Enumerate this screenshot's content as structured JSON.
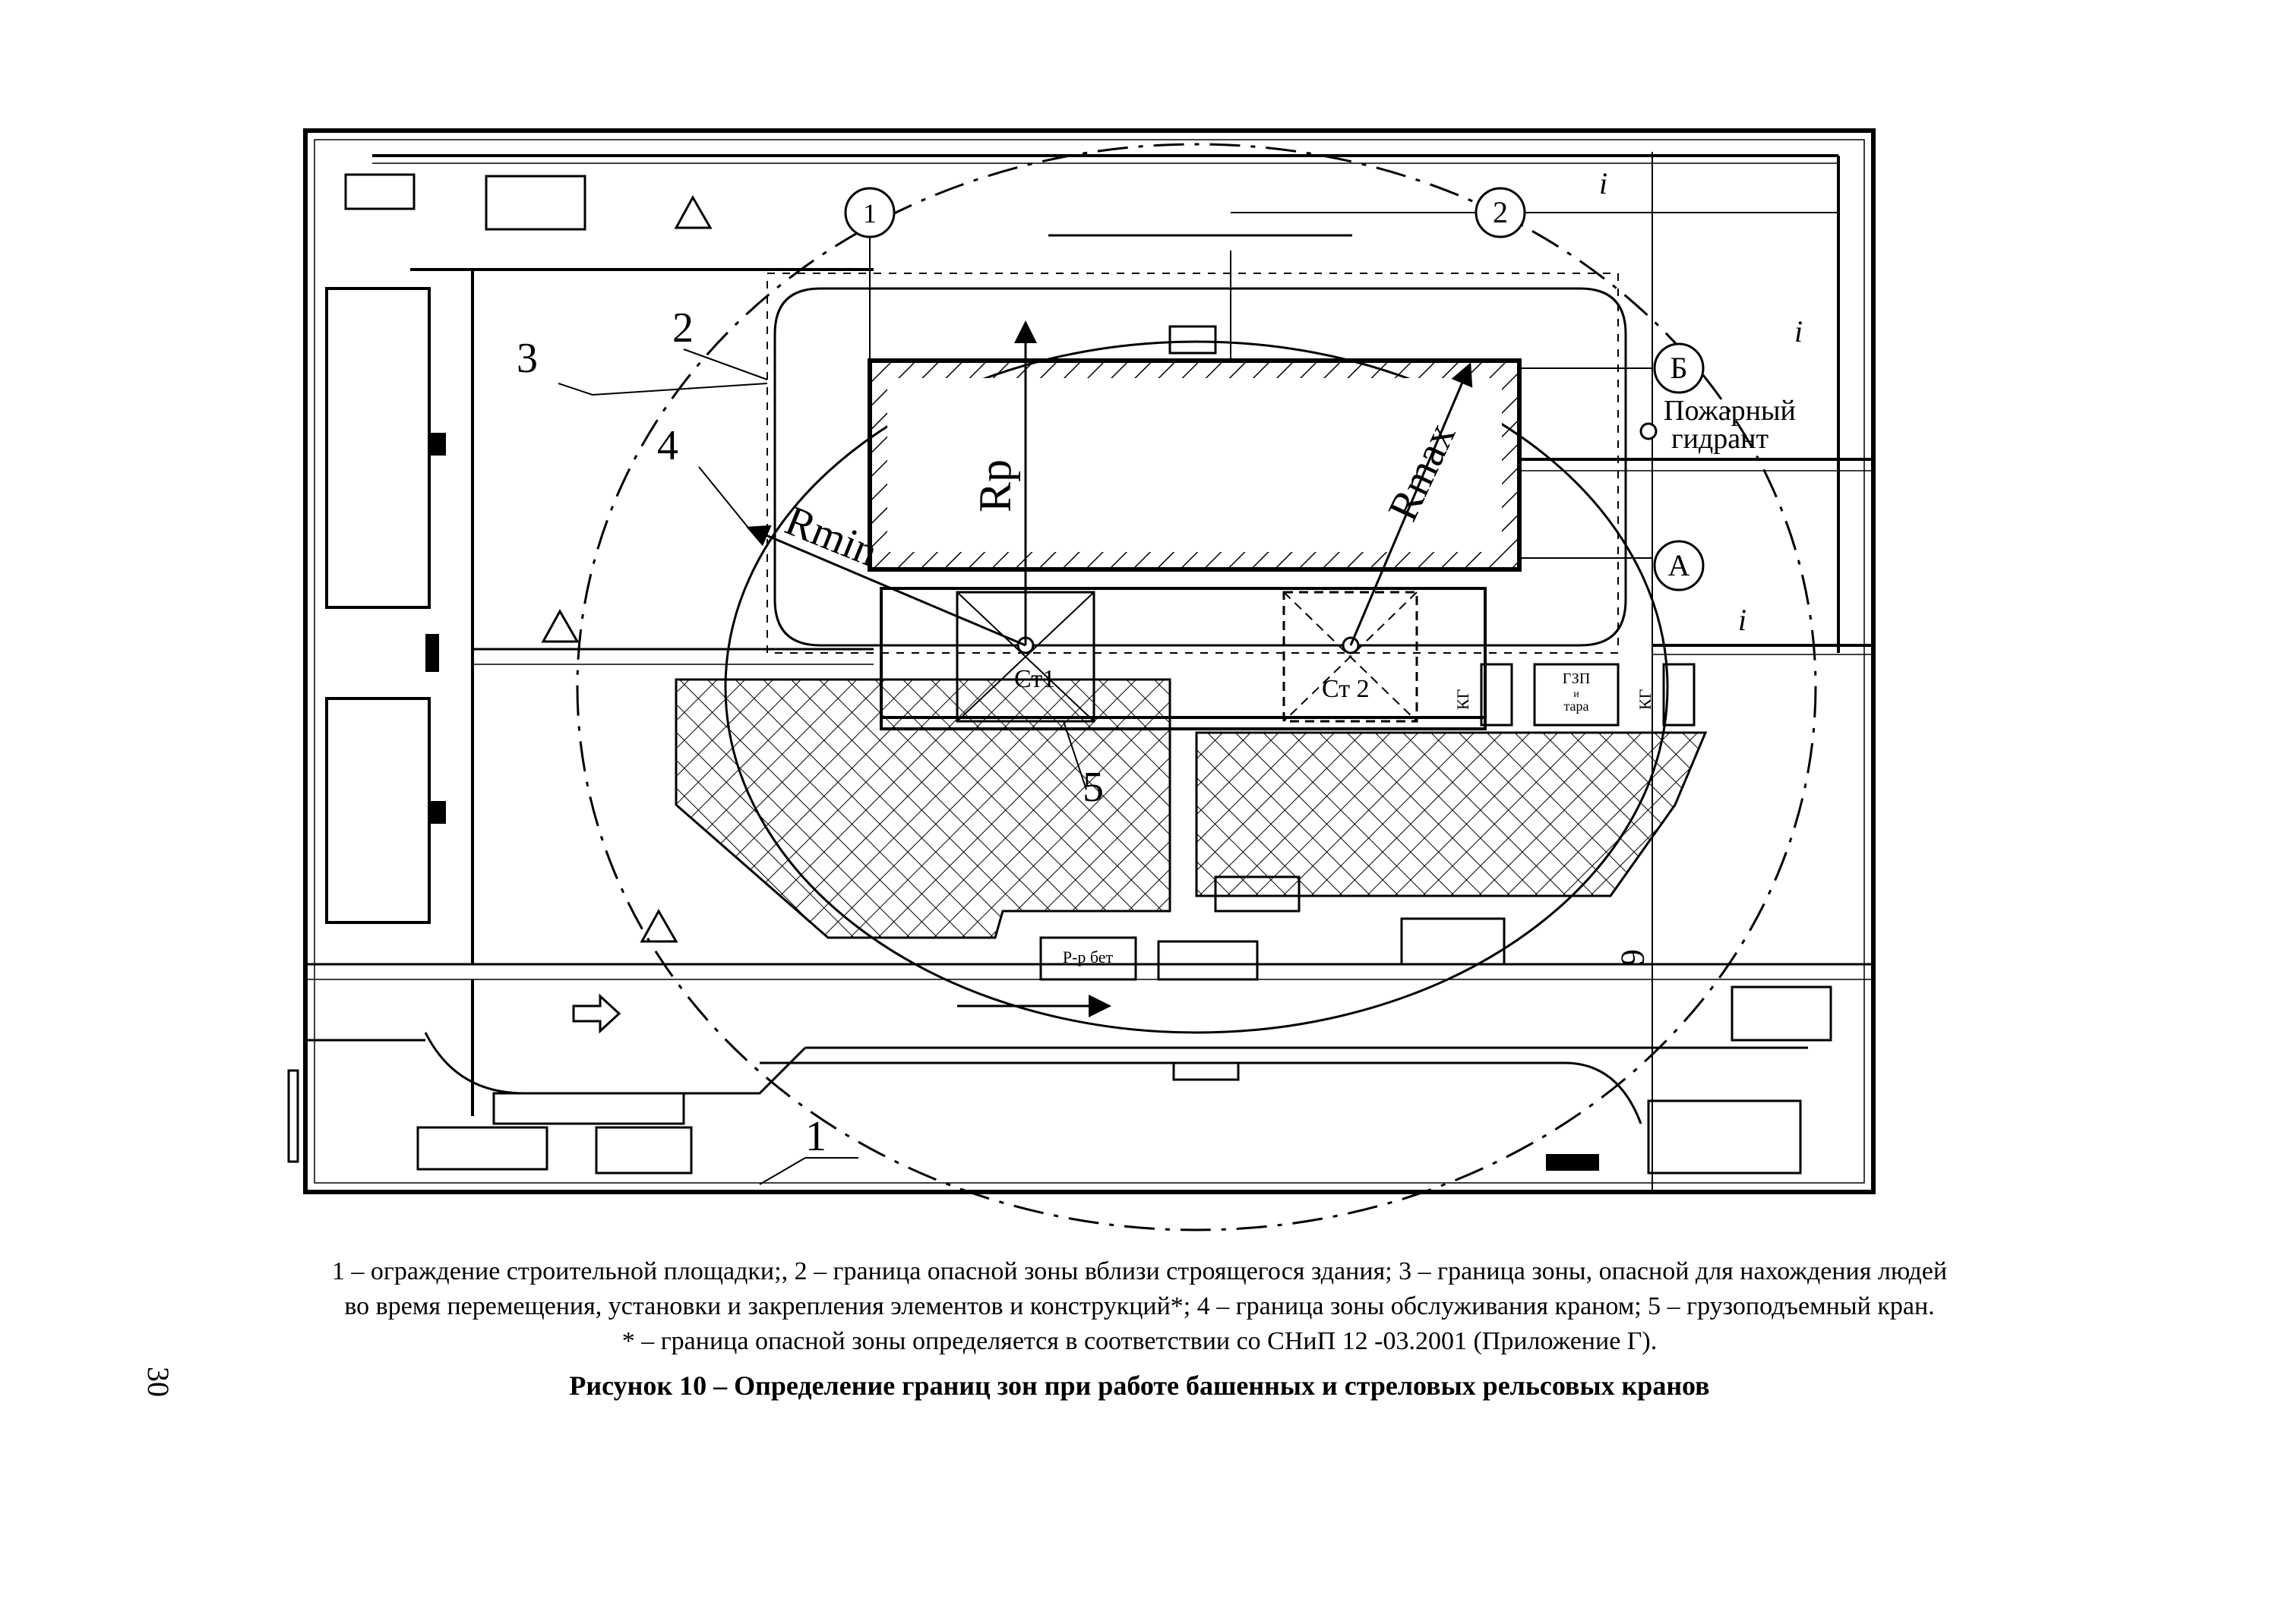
{
  "labels": {
    "n1": "1",
    "n2": "2",
    "n3": "3",
    "n4": "4",
    "n5": "5",
    "n6": "6",
    "axis1": "1",
    "axis2": "2",
    "axisB": "Б",
    "axisA": "А",
    "rp": "Rр",
    "rmax": "Rmax",
    "rmin": "Rmin",
    "crane1": "Ст1",
    "crane2": "Ст 2",
    "hydrant_line1": "Пожарный",
    "hydrant_line2": "гидрант",
    "kg": "КГ",
    "gzp_line1": "ГЗП",
    "gzp_line2": "и",
    "gzp_line3": "тара",
    "rr_bet": "Р-р бет",
    "slope": "i"
  },
  "legend": {
    "line1": "1 – ограждение строительной площадки;, 2 – граница опасной  зоны вблизи строящегося здания; 3 – граница зоны, опасной для нахождения людей",
    "line2": "во время перемещения, установки и закрепления элементов и конструкций*; 4 – граница зоны обслуживания краном; 5 – грузоподъемный кран.",
    "line3": "* – граница опасной зоны определяется в соответствии со СНиП 12 -03.2001  (Приложение Г)."
  },
  "figure_title": "Рисунок 10 – Определение границ зон при работе башенных и стреловых рельсовых кранов",
  "page_number": "30"
}
